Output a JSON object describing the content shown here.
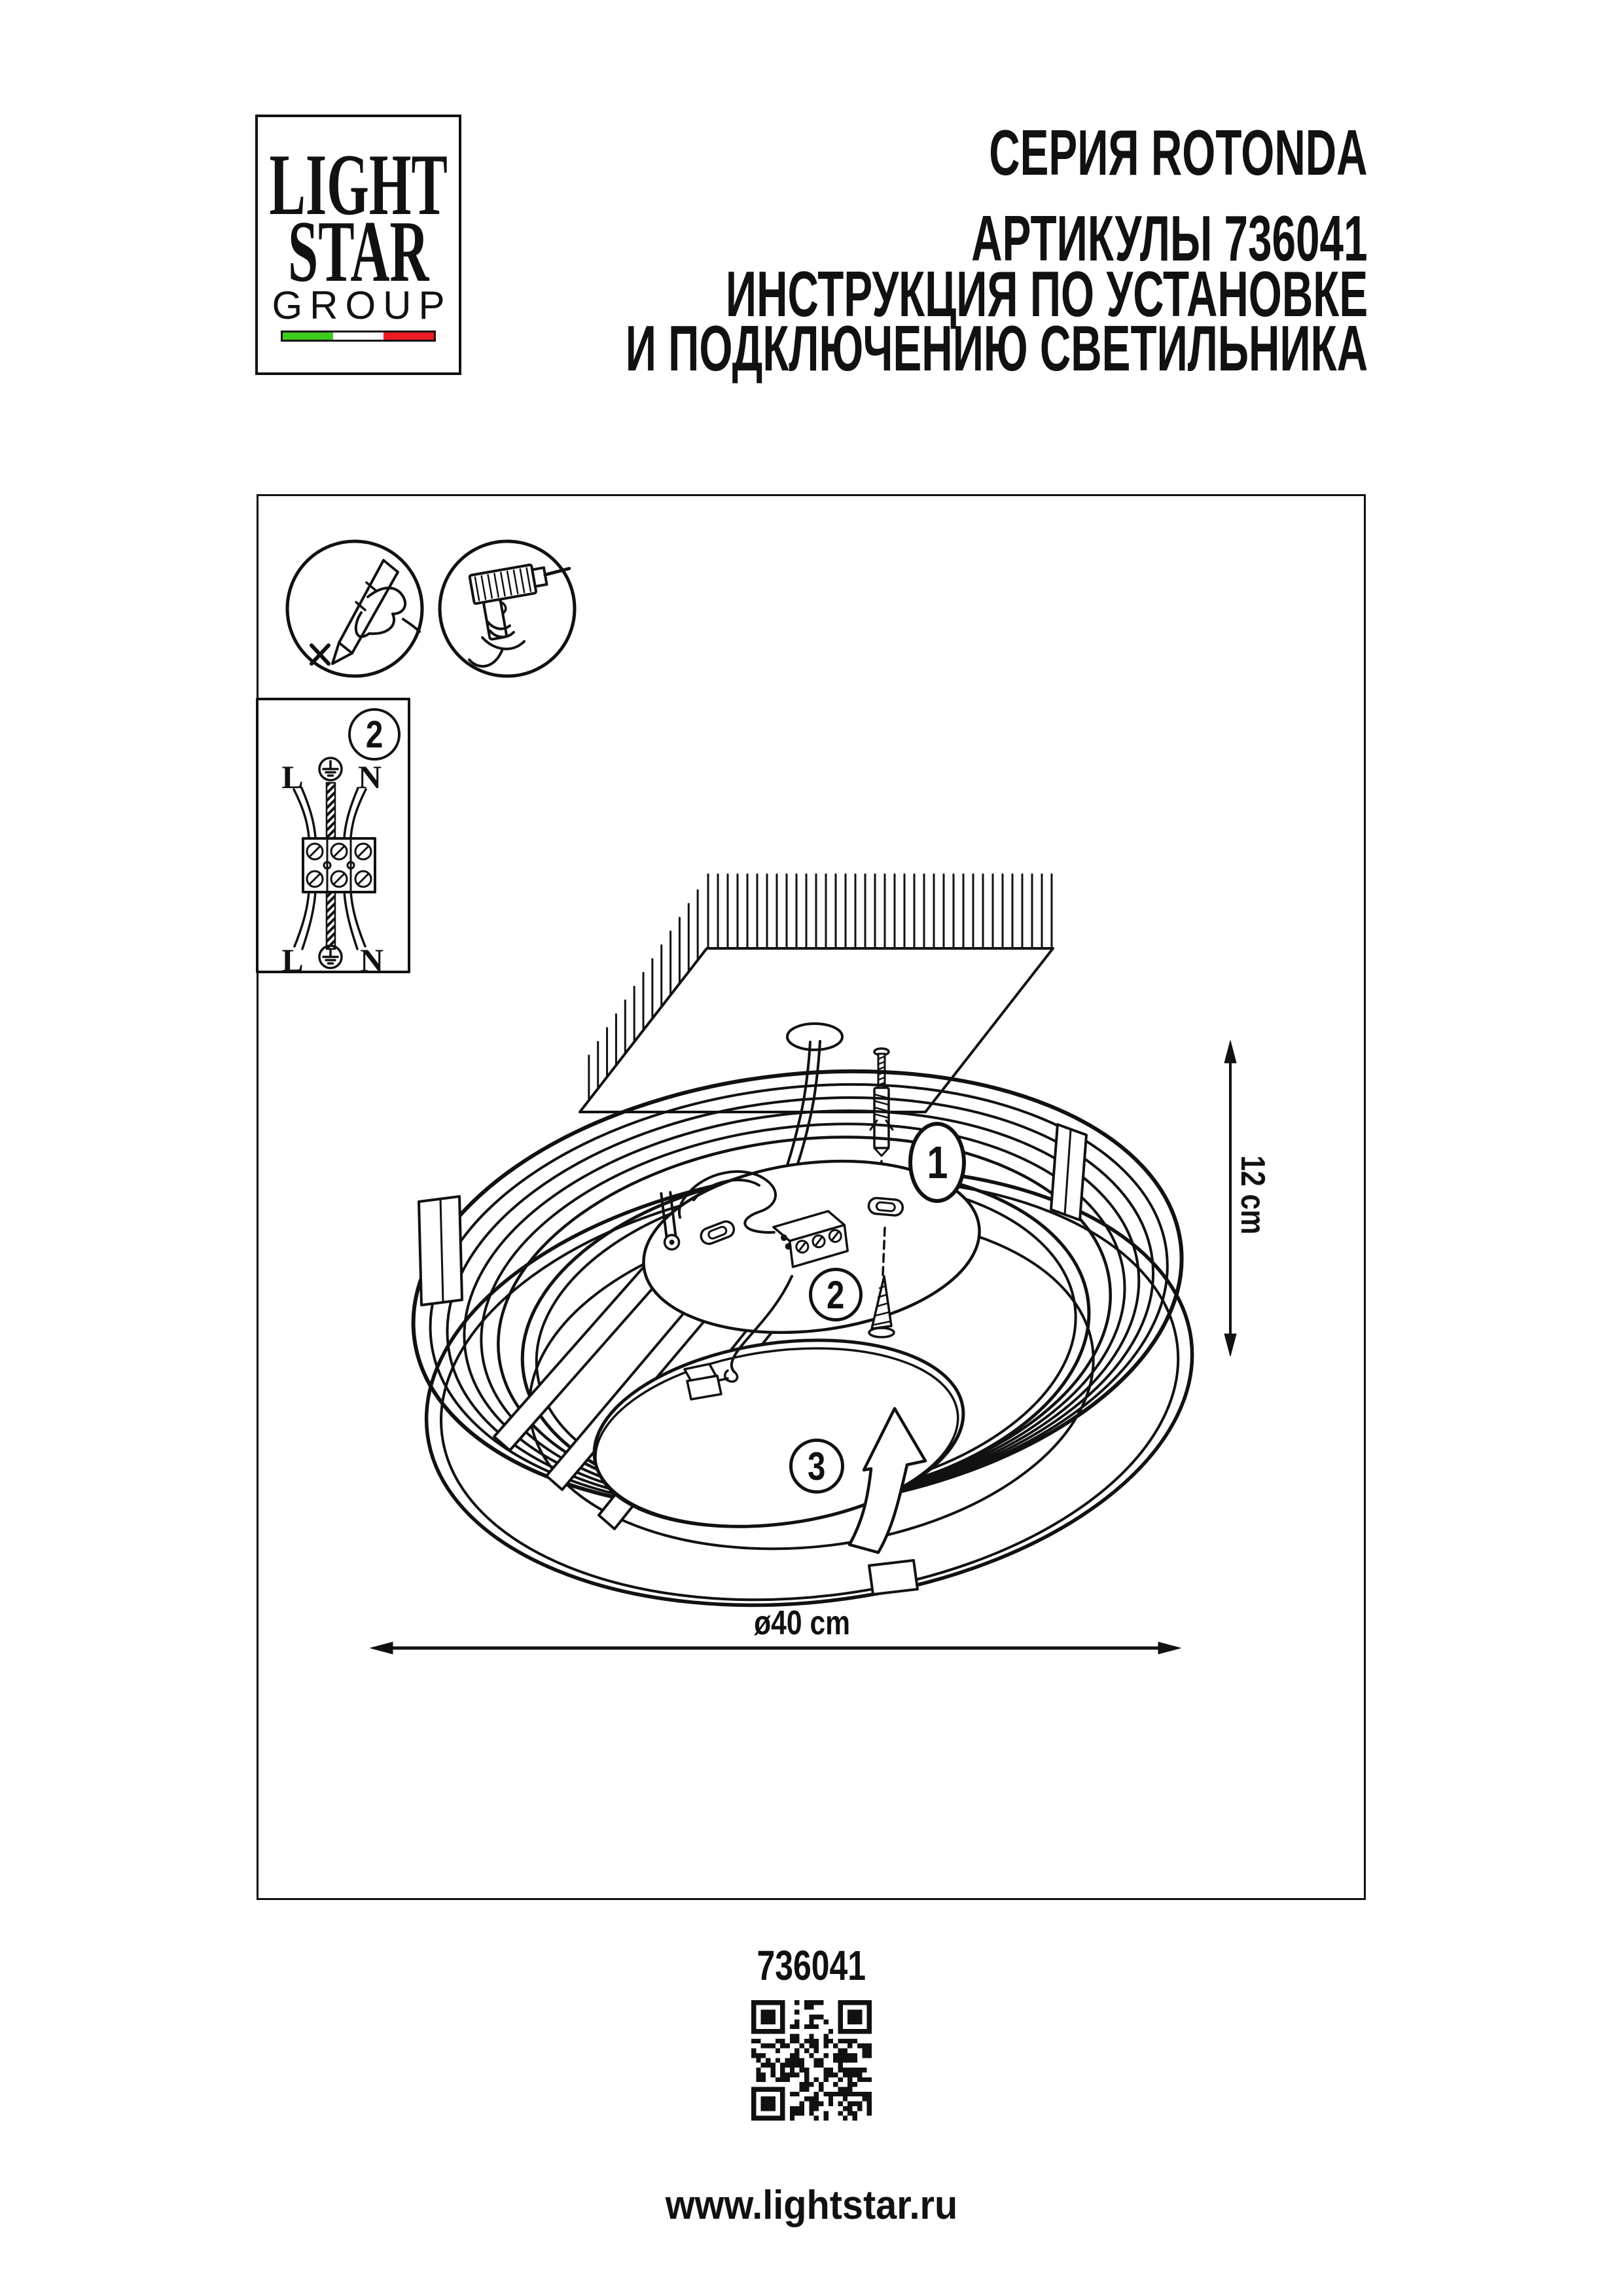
{
  "logo": {
    "word1": "LIGHT",
    "word2": "STAR",
    "word3": "GROUP",
    "flag_colors": {
      "green": "#3ecb1e",
      "white": "#ffffff",
      "red": "#ed1c24"
    }
  },
  "header": {
    "series": "СЕРИЯ ROTONDA",
    "articles": "АРТИКУЛЫ 736041",
    "title_line1": "ИНСТРУКЦИЯ ПО УСТАНОВКЕ",
    "title_line2": "И ПОДКЛЮЧЕНИЮ СВЕТИЛЬНИКА"
  },
  "diagram": {
    "icons": [
      {
        "name": "pencil-mark-icon"
      },
      {
        "name": "drill-icon"
      }
    ],
    "wiring": {
      "step_label": "2",
      "l_top": "L",
      "n_top": "N",
      "l_bottom": "L",
      "n_bottom": "N"
    },
    "steps": {
      "one": "1",
      "two": "2",
      "three": "3"
    },
    "dimensions": {
      "height": "12 cm",
      "diameter": "ø40 cm"
    }
  },
  "footer": {
    "article": "736041",
    "website": "www.lightstar.ru"
  },
  "ink_color": "#111111"
}
